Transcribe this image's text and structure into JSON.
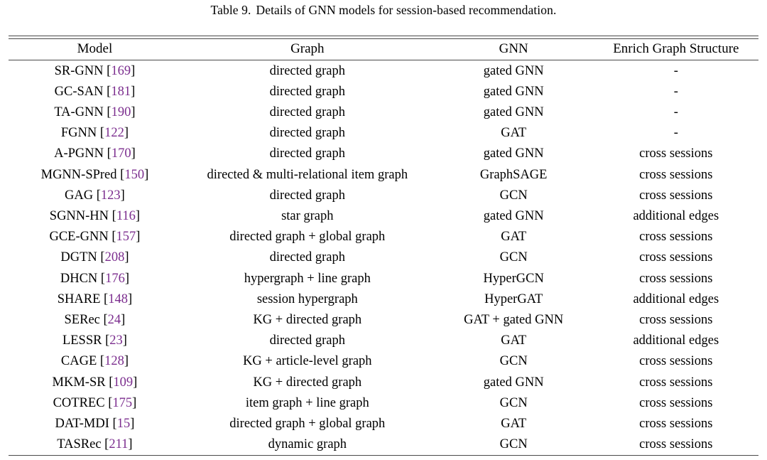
{
  "caption": {
    "label": "Table 9.",
    "text": "Details of GNN models for session-based recommendation."
  },
  "colors": {
    "citation": "#7b2d8e",
    "rule": "#4a4a4a",
    "text": "#000000",
    "background": "#ffffff"
  },
  "table": {
    "columns": [
      {
        "key": "model",
        "label": "Model"
      },
      {
        "key": "graph",
        "label": "Graph"
      },
      {
        "key": "gnn",
        "label": "GNN"
      },
      {
        "key": "enrich",
        "label": "Enrich Graph Structure"
      }
    ],
    "rows": [
      {
        "model": "SR-GNN",
        "cite": "169",
        "graph": "directed graph",
        "gnn": "gated GNN",
        "enrich": "-"
      },
      {
        "model": "GC-SAN",
        "cite": "181",
        "graph": "directed graph",
        "gnn": "gated GNN",
        "enrich": "-"
      },
      {
        "model": "TA-GNN",
        "cite": "190",
        "graph": "directed graph",
        "gnn": "gated GNN",
        "enrich": "-"
      },
      {
        "model": "FGNN",
        "cite": "122",
        "graph": "directed graph",
        "gnn": "GAT",
        "enrich": "-"
      },
      {
        "model": "A-PGNN",
        "cite": "170",
        "graph": "directed graph",
        "gnn": "gated GNN",
        "enrich": "cross sessions"
      },
      {
        "model": "MGNN-SPred",
        "cite": "150",
        "graph": "directed & multi-relational item graph",
        "gnn": "GraphSAGE",
        "enrich": "cross sessions"
      },
      {
        "model": "GAG",
        "cite": "123",
        "graph": "directed graph",
        "gnn": "GCN",
        "enrich": "cross sessions"
      },
      {
        "model": "SGNN-HN",
        "cite": "116",
        "graph": "star graph",
        "gnn": "gated GNN",
        "enrich": "additional edges"
      },
      {
        "model": "GCE-GNN",
        "cite": "157",
        "graph": "directed graph + global graph",
        "gnn": "GAT",
        "enrich": "cross sessions"
      },
      {
        "model": "DGTN",
        "cite": "208",
        "graph": "directed graph",
        "gnn": "GCN",
        "enrich": "cross sessions"
      },
      {
        "model": "DHCN",
        "cite": "176",
        "graph": "hypergraph + line graph",
        "gnn": "HyperGCN",
        "enrich": "cross sessions"
      },
      {
        "model": "SHARE",
        "cite": "148",
        "graph": "session hypergraph",
        "gnn": "HyperGAT",
        "enrich": "additional edges"
      },
      {
        "model": "SERec",
        "cite": "24",
        "graph": "KG + directed graph",
        "gnn": "GAT + gated GNN",
        "enrich": "cross sessions"
      },
      {
        "model": "LESSR",
        "cite": "23",
        "graph": "directed graph",
        "gnn": "GAT",
        "enrich": "additional edges"
      },
      {
        "model": "CAGE",
        "cite": "128",
        "graph": "KG + article-level graph",
        "gnn": "GCN",
        "enrich": "cross sessions"
      },
      {
        "model": "MKM-SR",
        "cite": "109",
        "graph": "KG + directed graph",
        "gnn": "gated GNN",
        "enrich": "cross sessions"
      },
      {
        "model": "COTREC",
        "cite": "175",
        "graph": "item graph + line graph",
        "gnn": "GCN",
        "enrich": "cross sessions"
      },
      {
        "model": "DAT-MDI",
        "cite": "15",
        "graph": "directed graph + global graph",
        "gnn": "GAT",
        "enrich": "cross sessions"
      },
      {
        "model": "TASRec",
        "cite": "211",
        "graph": "dynamic graph",
        "gnn": "GCN",
        "enrich": "cross sessions"
      }
    ]
  }
}
